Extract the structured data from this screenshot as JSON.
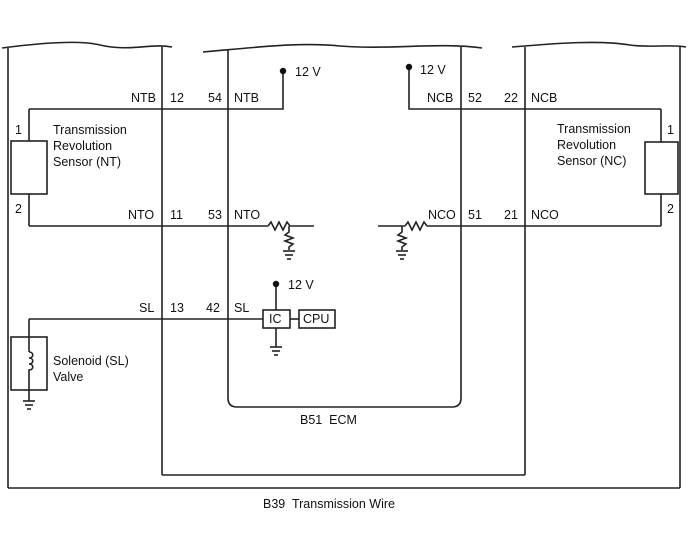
{
  "harness": {
    "label": "B39  Transmission Wire"
  },
  "ecm": {
    "label": "B51  ECM"
  },
  "supply": {
    "label": "12 V"
  },
  "nt_sensor": {
    "name_line1": "Transmission",
    "name_line2": "Revolution",
    "name_line3": "Sensor (NT)",
    "pin1": "1",
    "pin2": "2"
  },
  "nc_sensor": {
    "name_line1": "Transmission",
    "name_line2": "Revolution",
    "name_line3": "Sensor (NC)",
    "pin1": "1",
    "pin2": "2"
  },
  "solenoid": {
    "name_line1": "Solenoid (SL)",
    "name_line2": "Valve"
  },
  "wires": {
    "ntb": {
      "left": "NTB",
      "pin_a": "12",
      "pin_b": "54",
      "right": "NTB"
    },
    "nto": {
      "left": "NTO",
      "pin_a": "11",
      "pin_b": "53",
      "right": "NTO"
    },
    "ncb": {
      "left": "NCB",
      "pin_a": "52",
      "pin_b": "22",
      "right": "NCB"
    },
    "nco": {
      "left": "NCO",
      "pin_a": "51",
      "pin_b": "21",
      "right": "NCO"
    },
    "sl": {
      "left": "SL",
      "pin_a": "13",
      "pin_b": "42",
      "right": "SL"
    }
  },
  "ic": {
    "label": "IC"
  },
  "cpu": {
    "label": "CPU"
  }
}
